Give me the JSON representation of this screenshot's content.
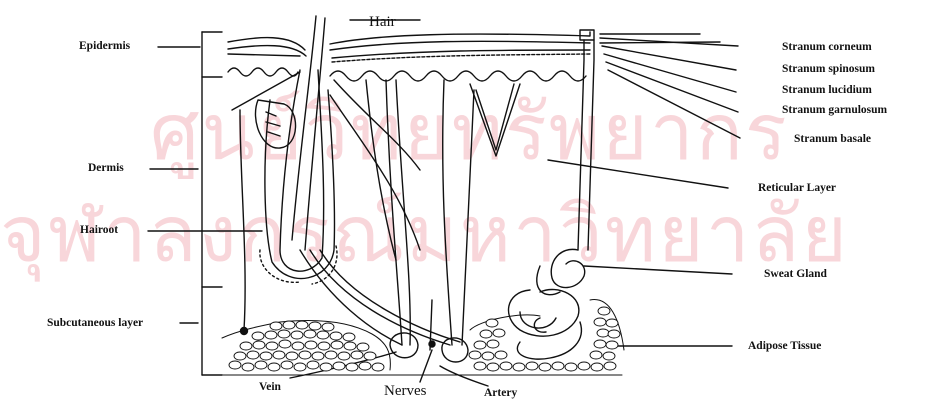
{
  "watermark": {
    "line1": "ศูนย์วิทยทรัพยากร",
    "line2": "จุฬาลงกรณ์มหาวิทยาลัย",
    "color": "#f3b6bd"
  },
  "labels_left": {
    "epidermis": "Epidermis",
    "dermis": "Dermis",
    "hairoot": "Hairoot",
    "subcutaneous": "Subcutaneous layer"
  },
  "labels_right": {
    "stratum_corneum": "Stranum corneum",
    "stratum_spinosum": "Stranum spinosum",
    "stratum_lucidum": "Stranum lucidium",
    "stratum_granulosum": "Stranum garnulosum",
    "stratum_basale": "Stranum basale",
    "reticular": "Reticular Layer",
    "sweat_gland": "Sweat Gland",
    "adipose": "Adipose Tissue"
  },
  "labels_bottom": {
    "hair": "Hair",
    "vein": "Vein",
    "nerves": "Nerves",
    "artery": "Artery"
  }
}
